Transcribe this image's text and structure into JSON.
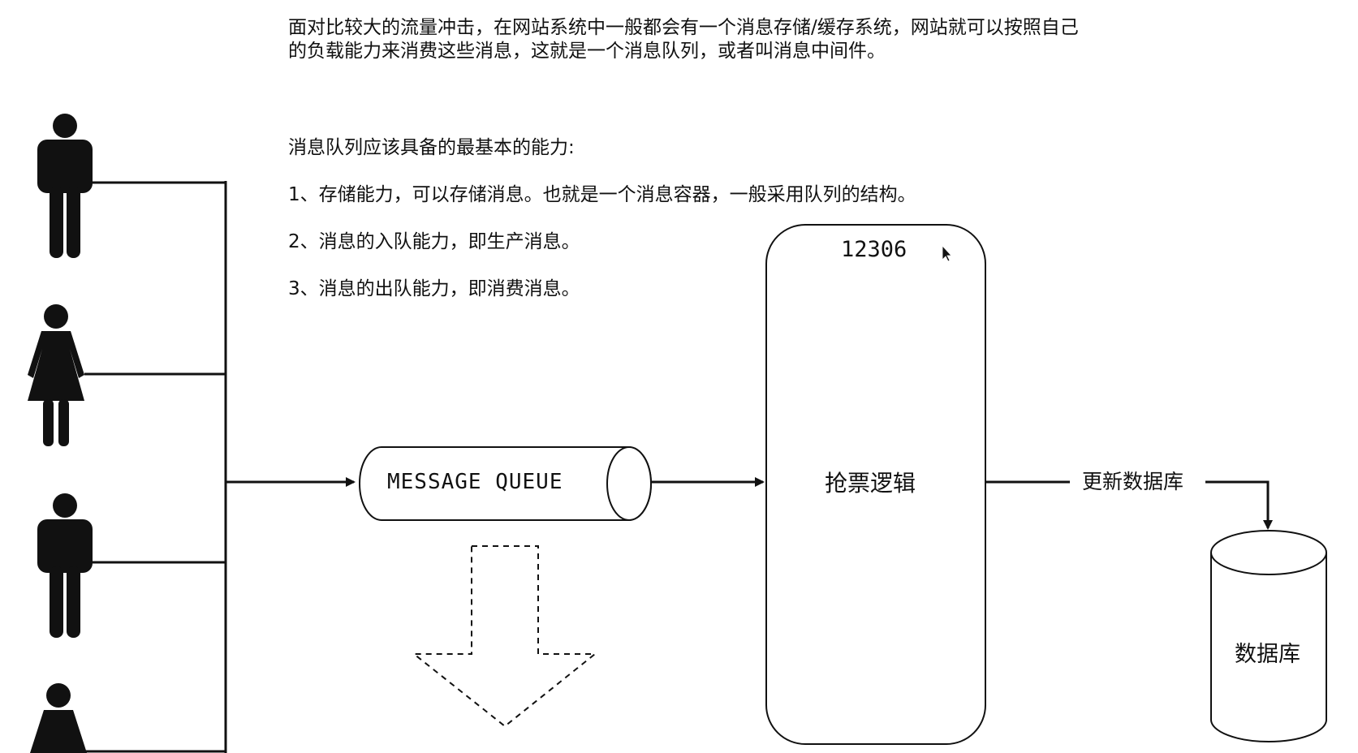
{
  "intro": {
    "line1": "面对比较大的流量冲击，在网站系统中一般都会有一个消息存储/缓存系统，网站就可以按照自己",
    "line2": "的负载能力来消费这些消息，这就是一个消息队列，或者叫消息中间件。"
  },
  "capabilities": {
    "heading": "消息队列应该具备的最基本的能力:",
    "items": [
      "1、存储能力，可以存储消息。也就是一个消息容器，一般采用队列的结构。",
      "2、消息的入队能力，即生产消息。",
      "3、消息的出队能力，即消费消息。"
    ]
  },
  "queue": {
    "label": "MESSAGE QUEUE"
  },
  "server": {
    "title": "12306",
    "label": "抢票逻辑"
  },
  "edge_label": "更新数据库",
  "database": {
    "label": "数据库"
  },
  "users": [
    "male-user-icon",
    "female-user-icon",
    "male-user-icon",
    "female-user-icon"
  ],
  "colors": {
    "stroke": "#111111",
    "background": "#ffffff"
  }
}
